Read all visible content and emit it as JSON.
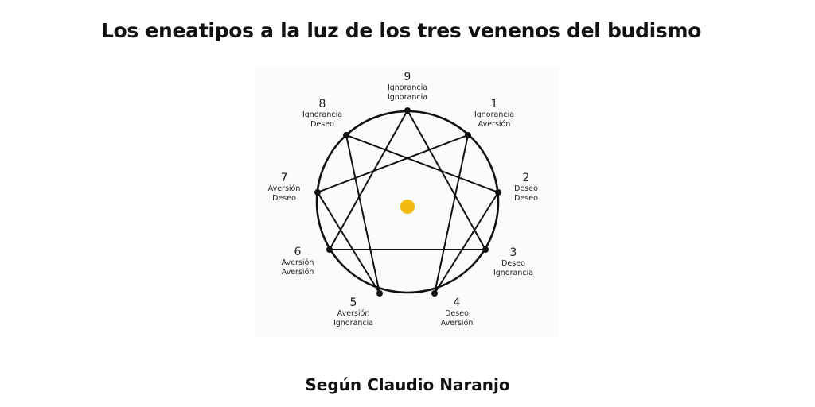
{
  "header": {
    "title": "Los eneatipos a la luz de  los tres venenos del budismo"
  },
  "footer": {
    "subtitle": "Según Claudio Naranjo"
  },
  "diagram": {
    "center_dot_color": "#f2b90f",
    "line_color": "#111111",
    "points": [
      {
        "number": "9",
        "line1": "Ignorancia",
        "line2": "Ignorancia"
      },
      {
        "number": "1",
        "line1": "Ignorancia",
        "line2": "Aversión"
      },
      {
        "number": "2",
        "line1": "Deseo",
        "line2": "Deseo"
      },
      {
        "number": "3",
        "line1": "Deseo",
        "line2": "Ignorancia"
      },
      {
        "number": "4",
        "line1": "Deseo",
        "line2": "Aversión"
      },
      {
        "number": "5",
        "line1": "Aversión",
        "line2": "Ignorancia"
      },
      {
        "number": "6",
        "line1": "Aversión",
        "line2": "Aversión"
      },
      {
        "number": "7",
        "line1": "Aversión",
        "line2": "Deseo"
      },
      {
        "number": "8",
        "line1": "Ignorancia",
        "line2": "Deseo"
      }
    ],
    "connections": {
      "triangle": [
        "9",
        "3",
        "6"
      ],
      "hexad": [
        "1",
        "4",
        "2",
        "8",
        "5",
        "7"
      ]
    }
  }
}
